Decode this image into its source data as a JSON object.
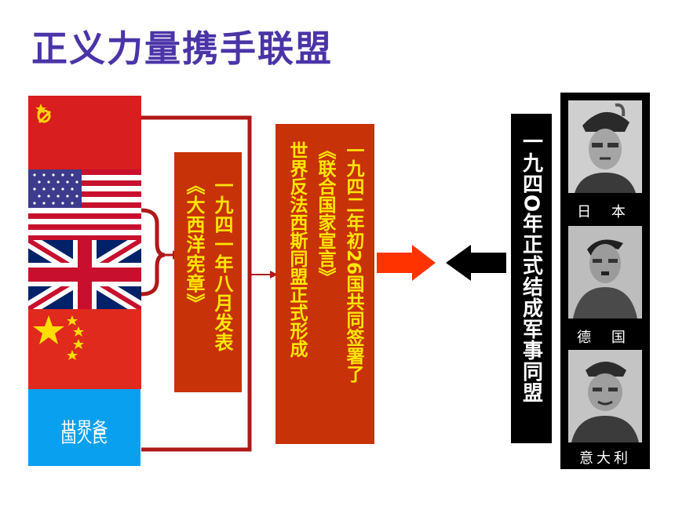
{
  "title": "正义力量携手联盟",
  "people_line1": "世界各",
  "people_line2": "国人民",
  "atlantic": {
    "col1": "一九四一年八月发表",
    "col2": "《大西洋宪章》"
  },
  "un": {
    "col1": "一九四二年初26国共同签署了",
    "col2": "《联合国家宣言》",
    "col3": "世界反法西斯同盟正式形成"
  },
  "axis_text": "一九四O年正式结成军事同盟",
  "leaders": {
    "japan": "日 本",
    "germany": "德 国",
    "italy": "意大利"
  },
  "colors": {
    "title": "#4b34a8",
    "box_red": "#c83208",
    "box_text": "#ffe600",
    "people_blue": "#0aa0f0",
    "connector": "#b01818",
    "arrow_red": "#ff3300"
  }
}
